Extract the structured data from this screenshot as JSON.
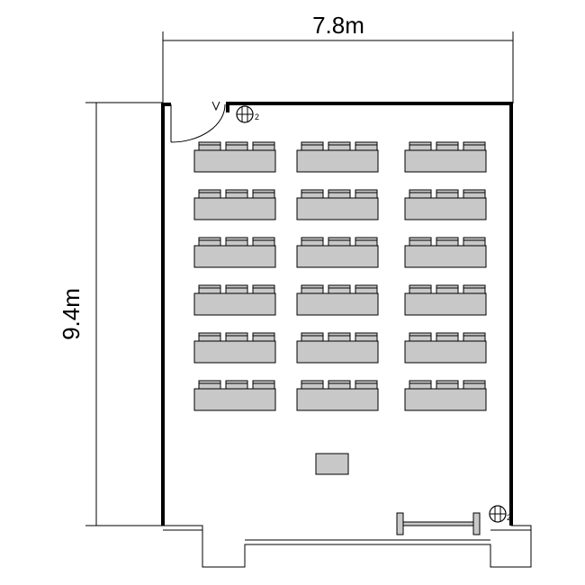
{
  "dimensions": {
    "width_label": "7.8m",
    "height_label": "9.4m"
  },
  "markers": [
    {
      "number": "2",
      "label_prefix": ""
    },
    {
      "number": "2",
      "label_prefix": ""
    }
  ],
  "layout": {
    "rows": 6,
    "columns": 3,
    "seats_per_table": 3
  },
  "colors": {
    "wall": "#000000",
    "furniture_fill": "#c8c8c8",
    "furniture_stroke": "#000000",
    "background": "#ffffff"
  }
}
